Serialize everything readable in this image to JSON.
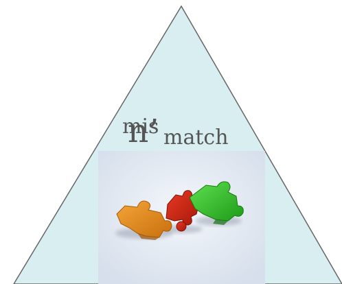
{
  "slide": {
    "fragment_text": "n’",
    "word_prefix": "mis",
    "word_suffix": "match"
  },
  "image": {
    "subject": "puzzle-pieces-icon",
    "piece_colors": [
      "#e8901a",
      "#d42a18",
      "#36c82c"
    ]
  },
  "colors": {
    "triangle_fill": "#d9eef0",
    "triangle_stroke": "#666666",
    "photo_bg": "#e8eef6"
  }
}
